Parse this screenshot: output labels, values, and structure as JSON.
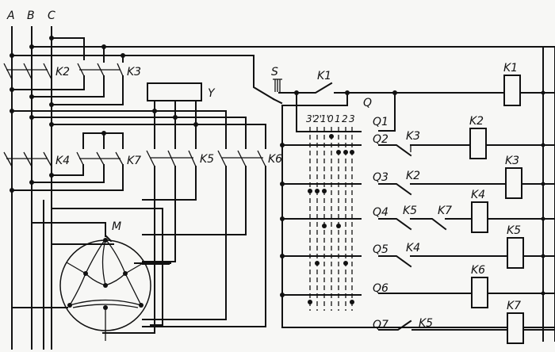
{
  "diagram": {
    "type": "electrical-schematic",
    "phases": [
      "A",
      "B",
      "C"
    ],
    "power_contactors": [
      "K2",
      "K3",
      "K4",
      "K7",
      "K5",
      "K6"
    ],
    "brake_label": "Y",
    "motor_label": "M",
    "control": {
      "stop_button": "S",
      "main_contact": "K1",
      "selector_label": "Q",
      "selector_positions": [
        "3'",
        "2'",
        "1'",
        "0",
        "1",
        "2",
        "3"
      ],
      "rows": [
        {
          "q": "Q1",
          "contacts": [],
          "coil": "K1"
        },
        {
          "q": "Q2",
          "contacts": [
            "K3"
          ],
          "coil": "K2"
        },
        {
          "q": "Q3",
          "contacts": [
            "K2"
          ],
          "coil": "K3"
        },
        {
          "q": "Q4",
          "contacts": [
            "K5",
            "K7"
          ],
          "coil": "K4"
        },
        {
          "q": "Q5",
          "contacts": [
            "K4"
          ],
          "coil": "K5"
        },
        {
          "q": "Q6",
          "contacts": [],
          "coil": "K6"
        },
        {
          "q": "Q7",
          "contacts": [
            "K5"
          ],
          "coil": "K7"
        }
      ]
    }
  }
}
